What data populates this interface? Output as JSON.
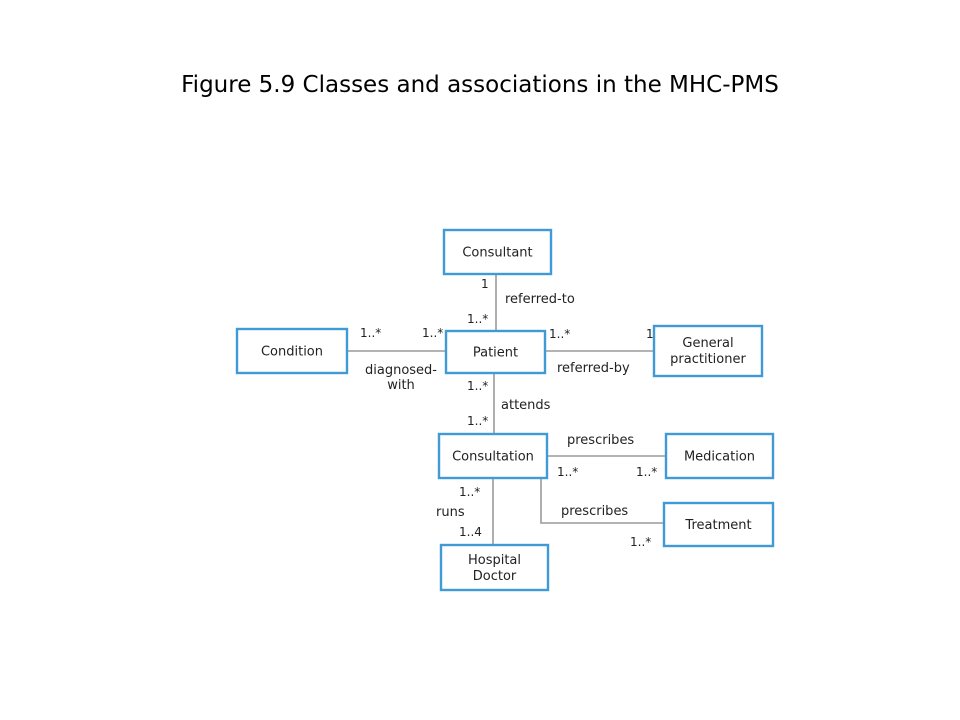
{
  "title": "Figure 5.9 Classes and associations in the MHC-PMS",
  "colors": {
    "box_border": "#3f9ad6",
    "line": "#9a9a9a",
    "text": "#222222"
  },
  "classes": {
    "consultant": "Consultant",
    "condition": "Condition",
    "patient": "Patient",
    "general_practitioner": [
      "General",
      "practitioner"
    ],
    "consultation": "Consultation",
    "medication": "Medication",
    "treatment": "Treatment",
    "hospital_doctor": [
      "Hospital",
      "Doctor"
    ]
  },
  "associations": {
    "referred_to": {
      "label": "referred-to",
      "mult_consultant": "1",
      "mult_patient": "1..*"
    },
    "diagnosed_with": {
      "label": [
        "diagnosed-",
        "with"
      ],
      "mult_condition": "1..*",
      "mult_patient": "1..*"
    },
    "referred_by": {
      "label": "referred-by",
      "mult_patient": "1..*",
      "mult_gp": "1"
    },
    "attends": {
      "label": "attends",
      "mult_patient": "1..*",
      "mult_consultation": "1..*"
    },
    "prescribes_medication": {
      "label": "prescribes",
      "mult_consultation": "1..*",
      "mult_medication": "1..*"
    },
    "prescribes_treatment": {
      "label": "prescribes",
      "mult_treatment": "1..*"
    },
    "runs": {
      "label": "runs",
      "mult_consultation": "1..*",
      "mult_doctor": "1..4"
    }
  }
}
